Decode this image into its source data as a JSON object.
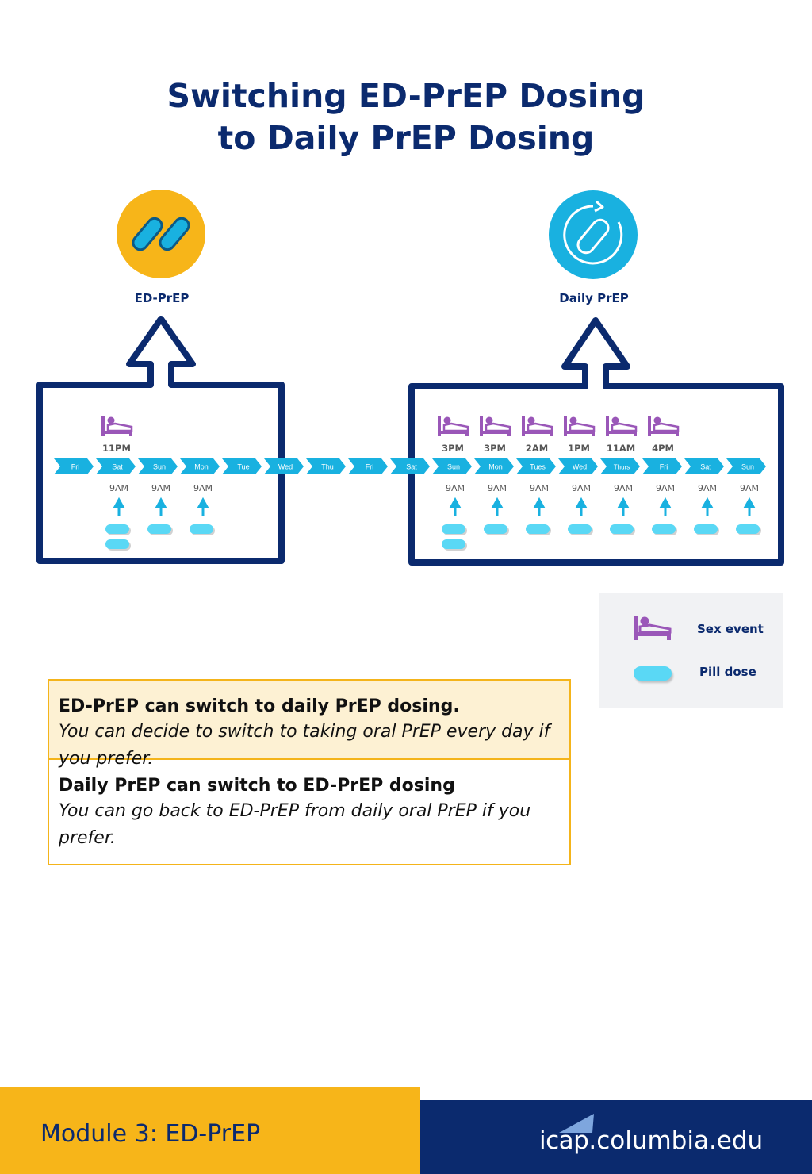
{
  "title": {
    "line1": "Switching ED-PrEP Dosing",
    "line2": "to Daily PrEP Dosing"
  },
  "modes": {
    "left": {
      "label": "ED-PrEP",
      "icon": "two-pills-icon",
      "color": "#f7b519"
    },
    "right": {
      "label": "Daily PrEP",
      "icon": "pill-cycle-icon",
      "color": "#19b1e0"
    }
  },
  "timeline": {
    "days": [
      "Fri",
      "Sat",
      "Sun",
      "Mon",
      "Tue",
      "Wed",
      "Thu",
      "Fri",
      "Sat",
      "Sun",
      "Mon",
      "Tues",
      "Wed",
      "Thurs",
      "Fri",
      "Sat",
      "Sun"
    ],
    "sex_events": [
      {
        "day_index": 1,
        "time": "11PM"
      },
      {
        "day_index": 9,
        "time": "3PM"
      },
      {
        "day_index": 10,
        "time": "3PM"
      },
      {
        "day_index": 11,
        "time": "2AM"
      },
      {
        "day_index": 12,
        "time": "1PM"
      },
      {
        "day_index": 13,
        "time": "11AM"
      },
      {
        "day_index": 14,
        "time": "4PM"
      }
    ],
    "doses": [
      {
        "day_index": 1,
        "time": "9AM",
        "pills": 2
      },
      {
        "day_index": 2,
        "time": "9AM",
        "pills": 1
      },
      {
        "day_index": 3,
        "time": "9AM",
        "pills": 1
      },
      {
        "day_index": 9,
        "time": "9AM",
        "pills": 2
      },
      {
        "day_index": 10,
        "time": "9AM",
        "pills": 1
      },
      {
        "day_index": 11,
        "time": "9AM",
        "pills": 1
      },
      {
        "day_index": 12,
        "time": "9AM",
        "pills": 1
      },
      {
        "day_index": 13,
        "time": "9AM",
        "pills": 1
      },
      {
        "day_index": 14,
        "time": "9AM",
        "pills": 1
      },
      {
        "day_index": 15,
        "time": "9AM",
        "pills": 1
      },
      {
        "day_index": 16,
        "time": "9AM",
        "pills": 1
      }
    ]
  },
  "legend": {
    "sex_event": "Sex event",
    "pill_dose": "Pill dose"
  },
  "info": {
    "row1": {
      "heading": "ED-PrEP can switch to daily PrEP dosing.",
      "body": "You can decide to switch to taking oral PrEP every day if you prefer."
    },
    "row2": {
      "heading": "Daily PrEP can switch to ED-PrEP dosing",
      "body": "You can go back to ED-PrEP from daily oral PrEP if you prefer."
    }
  },
  "footer": {
    "module": "Module 3: ED-PrEP",
    "site_a": "icap",
    "site_b": ".columbia.edu"
  },
  "colors": {
    "navy": "#0b2a6e",
    "arrow_blue": "#19b1e0",
    "pill": "#5ad8f5",
    "bed": "#9a57b8",
    "gold": "#f7b519"
  }
}
